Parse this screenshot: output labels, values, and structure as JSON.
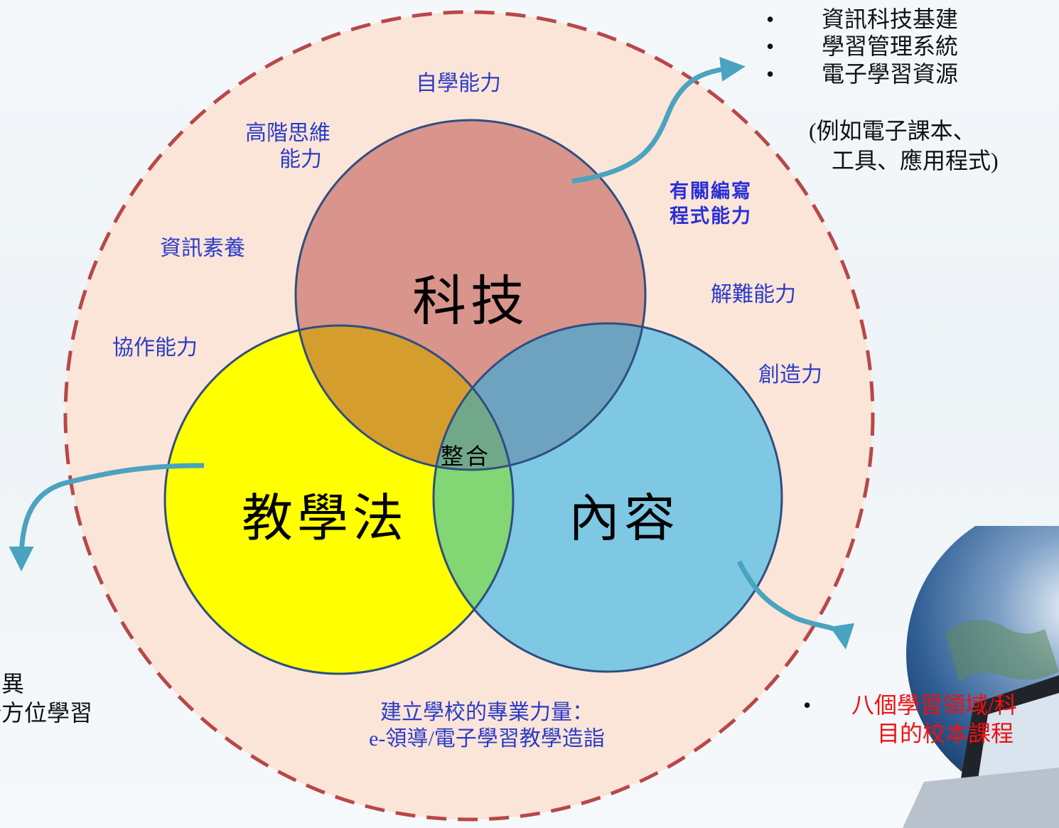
{
  "diagram": {
    "circles": {
      "technology": "科技",
      "pedagogy": "教學法",
      "content": "內容",
      "integration": "整合"
    },
    "skills": [
      "自學能力",
      "高階思維",
      "能力",
      "資訊素養",
      "協作能力",
      "解難能力",
      "創造力"
    ],
    "coding_skill": [
      "有關編寫",
      "程式能力"
    ],
    "school_capacity": [
      "建立學校的專業力量：",
      "e-領導/電子學習教學造詣"
    ]
  },
  "technology_list": {
    "items": [
      "資訊科技基建",
      "學習管理系統",
      "電子學習資源"
    ],
    "note_lines": [
      "(例如電子課本、",
      "工具、應用程式)"
    ]
  },
  "pedagogy_notes": [
    "差異",
    "全方位學習"
  ],
  "content_notes": {
    "bullet": "•",
    "lines": [
      "八個學習領域/科",
      "目的校本課程"
    ]
  },
  "colors": {
    "outer_fill": "#fbe5d8",
    "outer_border": "#b84848",
    "technology": "#d9948c",
    "pedagogy": "#ffff00",
    "content": "#7ec8e4",
    "tech_pedagogy": "#d59c2e",
    "tech_content": "#6ea3c0",
    "pedagogy_content": "#82d673",
    "arrow": "#4aa3bf",
    "label_blue": "#2b3cc8",
    "red": "#ee1111"
  }
}
